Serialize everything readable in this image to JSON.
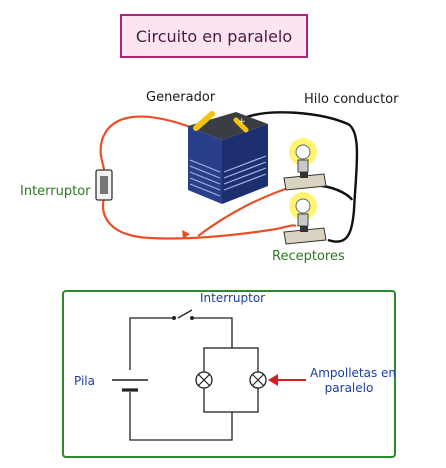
{
  "title": "Circuito en paralelo",
  "illustration": {
    "generator_label": "Generador",
    "wire_label": "Hilo conductor",
    "switch_label": "Interruptor",
    "receivers_label": "Receptores"
  },
  "schematic": {
    "switch_label": "Interruptor",
    "battery_label": "Pila",
    "bulbs_label_line1": "Ampolletas en",
    "bulbs_label_line2": "paralelo"
  },
  "colors": {
    "title_border": "#b0247a",
    "title_fill": "#fce4f1",
    "wire_red": "#e8502a",
    "frame_green": "#2c8a2c",
    "label_green": "#2c7a1f",
    "label_blue": "#1b3fa0",
    "arrow_red": "#d42020",
    "battery_blue": "#2a3f8a",
    "bulb_glow": "#fff35a"
  }
}
